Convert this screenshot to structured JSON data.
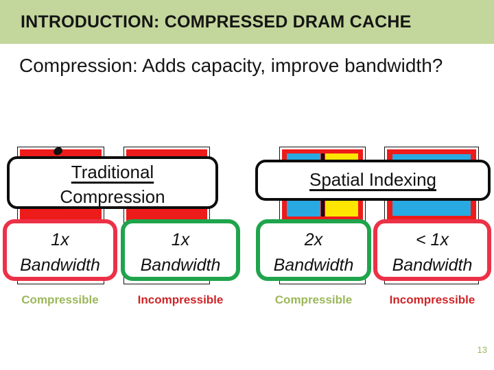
{
  "slide": {
    "title": "INTRODUCTION: COMPRESSED DRAM CACHE",
    "subtitle": "Compression: Adds capacity, improve bandwidth?",
    "page_number": "13"
  },
  "colors": {
    "header_green": "#c3d69b",
    "block_red": "#ee1b1b",
    "block_blue": "#29a9e1",
    "block_yellow": "#ffe600",
    "box_border_red": "#ec3147",
    "box_border_green": "#1fa44c",
    "compressible_text": "#9cb75a",
    "incompressible_text": "#cf2427"
  },
  "groups": [
    {
      "label_lines": [
        "Traditional",
        "Compression"
      ],
      "blocks": [
        {
          "type": "red-solid"
        },
        {
          "type": "red-solid"
        }
      ],
      "boxes": [
        {
          "value": "1x",
          "unit": "Bandwidth",
          "border": "red",
          "tag": "Compressible"
        },
        {
          "value": "1x",
          "unit": "Bandwidth",
          "border": "green",
          "tag": "Incompressible"
        }
      ]
    },
    {
      "label_lines": [
        "Spatial Indexing"
      ],
      "blocks": [
        {
          "type": "blue-yellow-split"
        },
        {
          "type": "blue-solid"
        }
      ],
      "boxes": [
        {
          "value": "2x",
          "unit": "Bandwidth",
          "border": "green",
          "tag": "Compressible"
        },
        {
          "value": "< 1x",
          "unit": "Bandwidth",
          "border": "red",
          "tag": "Incompressible"
        }
      ]
    }
  ]
}
